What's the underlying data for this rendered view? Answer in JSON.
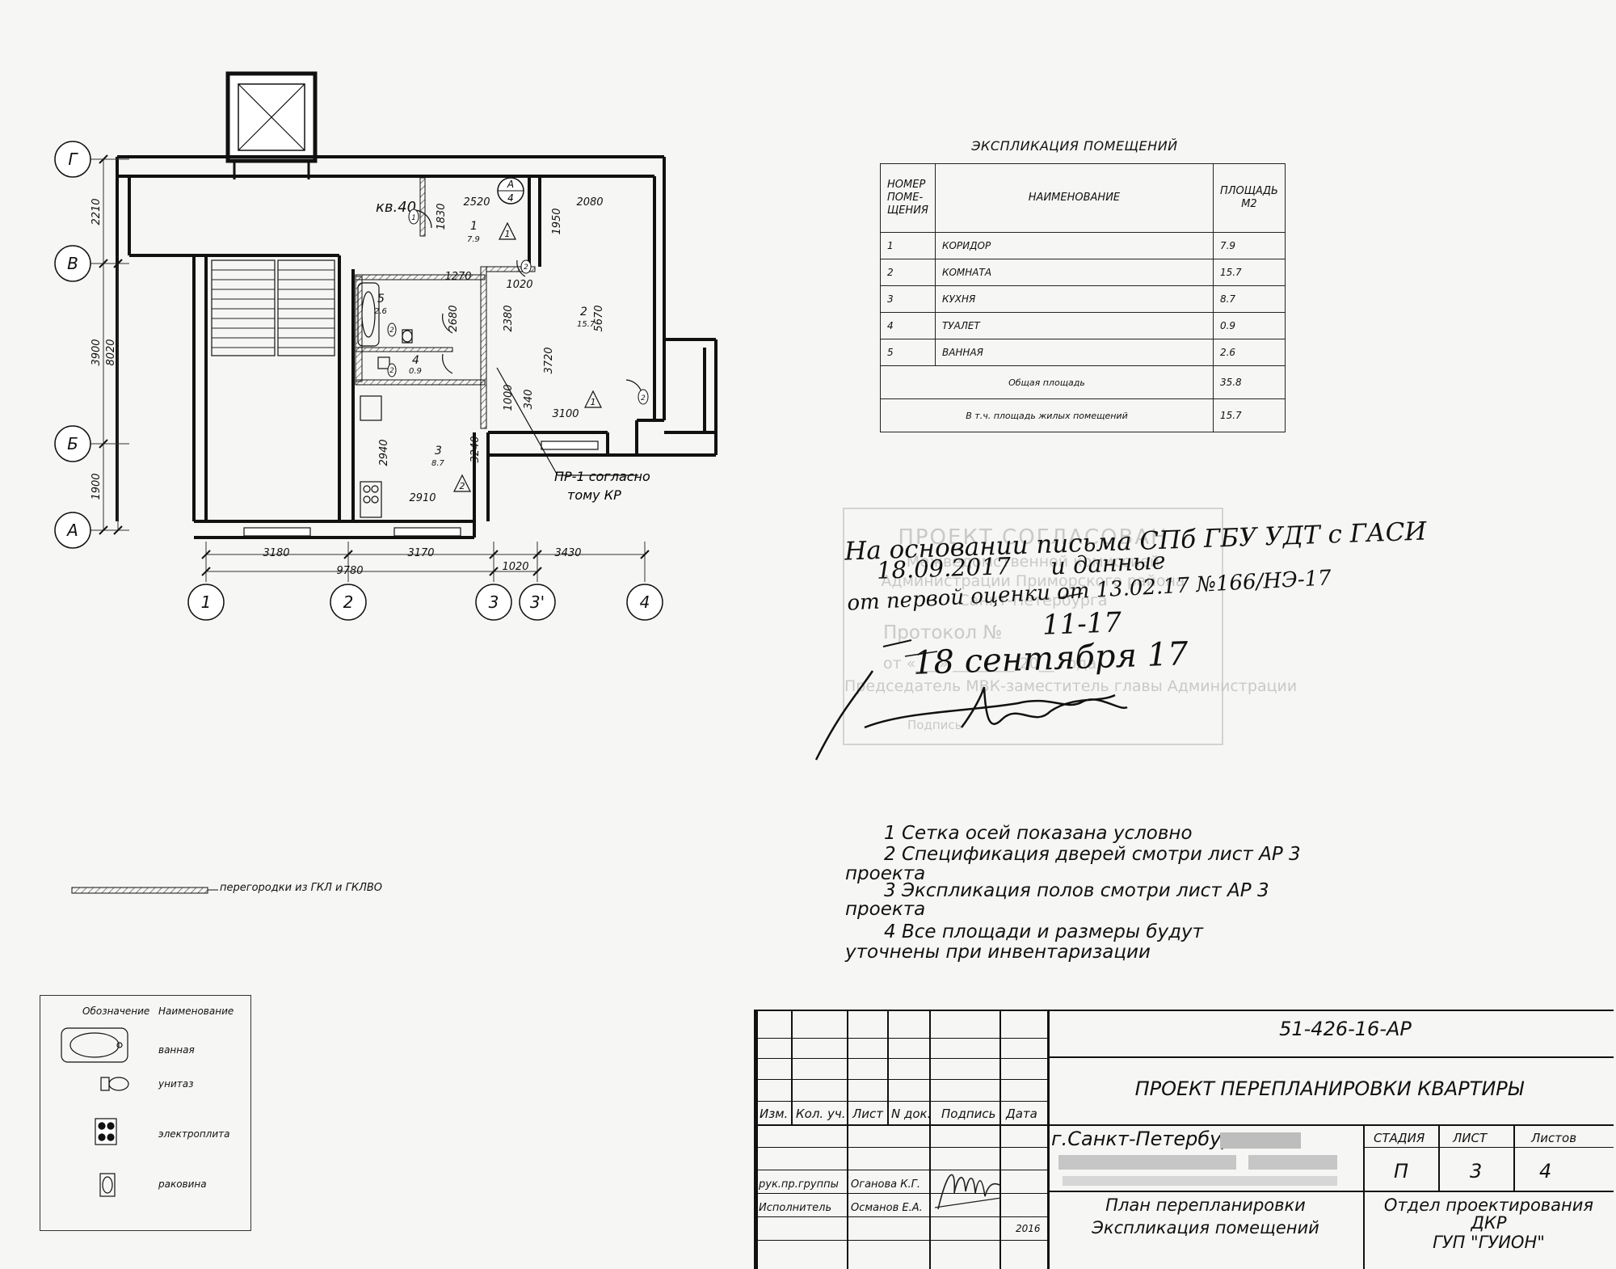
{
  "explication": {
    "title": "ЭКСПЛИКАЦИЯ ПОМЕЩЕНИЙ",
    "headers": [
      "НОМЕР ПОМЕ-ЩЕНИЯ",
      "НАИМЕНОВАНИЕ",
      "ПЛОЩАДЬ М2"
    ],
    "rows": [
      {
        "num": "1",
        "name": "КОРИДОР",
        "area": "7.9"
      },
      {
        "num": "2",
        "name": "КОМНАТА",
        "area": "15.7"
      },
      {
        "num": "3",
        "name": "КУХНЯ",
        "area": "8.7"
      },
      {
        "num": "4",
        "name": "ТУАЛЕТ",
        "area": "0.9"
      },
      {
        "num": "5",
        "name": "ВАННАЯ",
        "area": "2.6"
      }
    ],
    "total_label": "Общая площадь",
    "total_value": "35.8",
    "living_label": "В т.ч. площадь жилых помещений",
    "living_value": "15.7"
  },
  "plan": {
    "axes_rows": [
      "Г",
      "В",
      "Б",
      "А"
    ],
    "axes_cols": [
      "1",
      "2",
      "3",
      "3'",
      "4"
    ],
    "vert_dims": [
      "2210",
      "3900",
      "8020",
      "1900"
    ],
    "bottom_dims": [
      "3180",
      "3170",
      "1020",
      "3430"
    ],
    "total_dim": "9780",
    "inner_dims": [
      "2520",
      "2080",
      "1830",
      "1950",
      "1270",
      "1020",
      "2680",
      "2380",
      "5670",
      "3720",
      "1000",
      "340",
      "3100",
      "2940",
      "3240",
      "2910"
    ],
    "rooms": [
      {
        "num": "1",
        "area": "7.9"
      },
      {
        "num": "2",
        "area": "15.7"
      },
      {
        "num": "3",
        "area": "8.7"
      },
      {
        "num": "4",
        "area": "0.9"
      },
      {
        "num": "5",
        "area": "2.6"
      }
    ],
    "mark_level": "кв.40",
    "section_mark": {
      "top": "А",
      "bottom": "4"
    },
    "door_tags": [
      "1",
      "1",
      "1",
      "2",
      "2",
      "2",
      "2",
      "2"
    ],
    "pr_note_line1": "ПР-1 согласно",
    "pr_note_line2": "тому КР"
  },
  "stamp": {
    "lines": [
      "ПРОЕКТ СОГЛАСОВАН",
      "Межведомственной комиссией",
      "Администрации Приморского района",
      "Санкт-Петербурга",
      "Протокол №",
      "от «___» ________ 20__ года",
      "Председатель МВК-заместитель главы Администрации",
      "Подпись"
    ],
    "handwritten": [
      "На основании письма СПб ГБУ УДТ с ГАСИ",
      "18.09.2017",
      "и данные",
      "от первой оценки от 13.02.17 №166/НЭ-17",
      "11-17",
      "18 сентября 17"
    ]
  },
  "notes": [
    {
      "text": "1 Сетка осей показана условно"
    },
    {
      "text": "2 Спецификация дверей смотри лист АР 3",
      "cont": "проекта"
    },
    {
      "text": "3 Экспликация полов смотри лист АР 3",
      "cont": "проекта"
    },
    {
      "text": "4 Все площади и размеры будут",
      "cont": "уточнены при инвентаризации"
    }
  ],
  "partition_legend": "перегородки из ГКЛ и ГКЛВО",
  "legend": {
    "headers": [
      "Обозначение",
      "Наименование"
    ],
    "items": [
      "ванная",
      "унитаз",
      "электроплита",
      "раковина"
    ],
    "icons": [
      "bathtub-icon",
      "toilet-icon",
      "stove-icon",
      "sink-icon"
    ]
  },
  "title_block": {
    "code": "51-426-16-АР",
    "project": "ПРОЕКТ ПЕРЕПЛАНИРОВКИ КВАРТИРЫ",
    "headers": [
      "Изм.",
      "Кол. уч.",
      "Лист",
      "N док.",
      "Подпись",
      "Дата"
    ],
    "address": "г.Санкт-Петербург",
    "stage_headers": [
      "СТАДИЯ",
      "ЛИСТ",
      "Листов"
    ],
    "stage_values": [
      "П",
      "3",
      "4"
    ],
    "people": [
      {
        "role": "рук.пр.группы",
        "name": "Оганова К.Г."
      },
      {
        "role": "Исполнитель",
        "name": "Османов Е.А."
      }
    ],
    "year": "2016",
    "sheet_title_1": "План перепланировки",
    "sheet_title_2": "Экспликация помещений",
    "org_1": "Отдел проектирования",
    "org_2": "ДКР",
    "org_3": "ГУП \"ГУИОН\""
  }
}
